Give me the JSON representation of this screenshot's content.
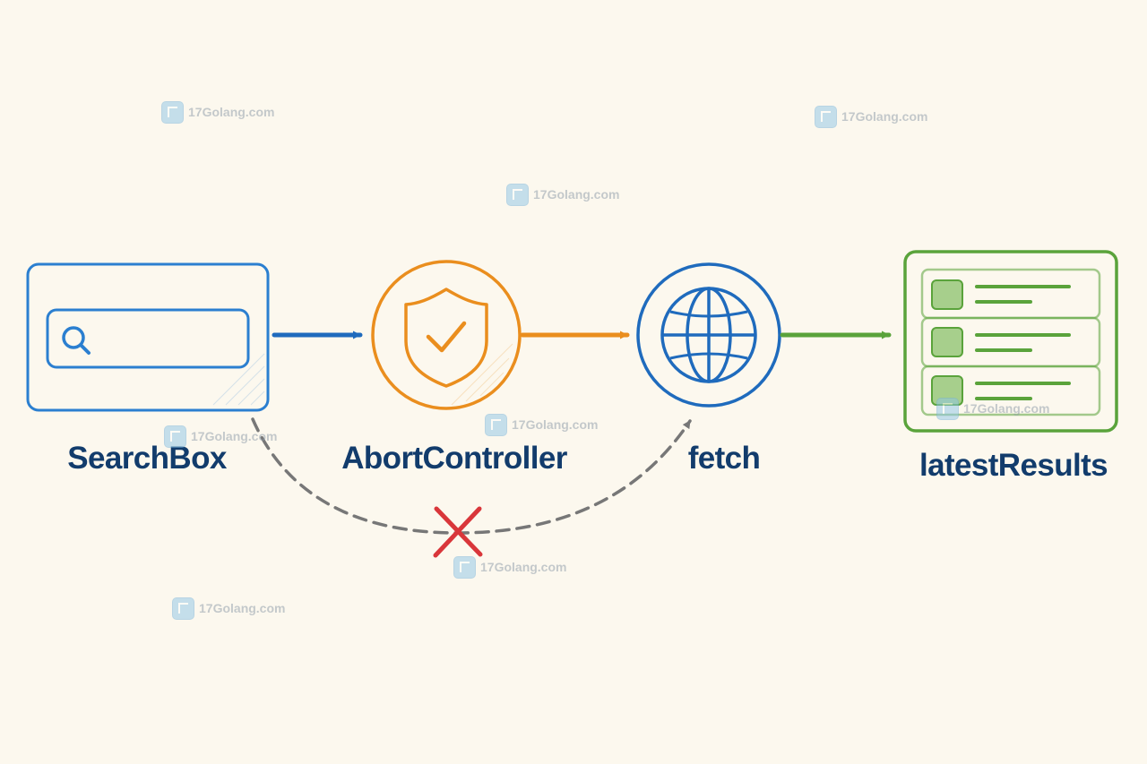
{
  "nodes": {
    "searchbox": {
      "label": "SearchBox"
    },
    "abortcontroller": {
      "label": "AbortController"
    },
    "fetch": {
      "label": "fetch"
    },
    "latestresults": {
      "label": "latestResults"
    }
  },
  "colors": {
    "background": "#fcf8ee",
    "searchbox": "#2b7fd0",
    "abortcontroller": "#ea8e1e",
    "fetch": "#1f6bbd",
    "latestresults": "#5aa33b",
    "bypass_arrow": "#777777",
    "cancel_mark": "#d9363a",
    "label_text": "#123c6c"
  },
  "icons": {
    "searchbox": "search-icon",
    "abortcontroller": "shield-check-icon",
    "fetch": "globe-icon",
    "latestresults": "result-list-icon",
    "bypass": "cross-mark-icon"
  },
  "watermark": {
    "text": "17Golang.com",
    "instances": 8
  }
}
